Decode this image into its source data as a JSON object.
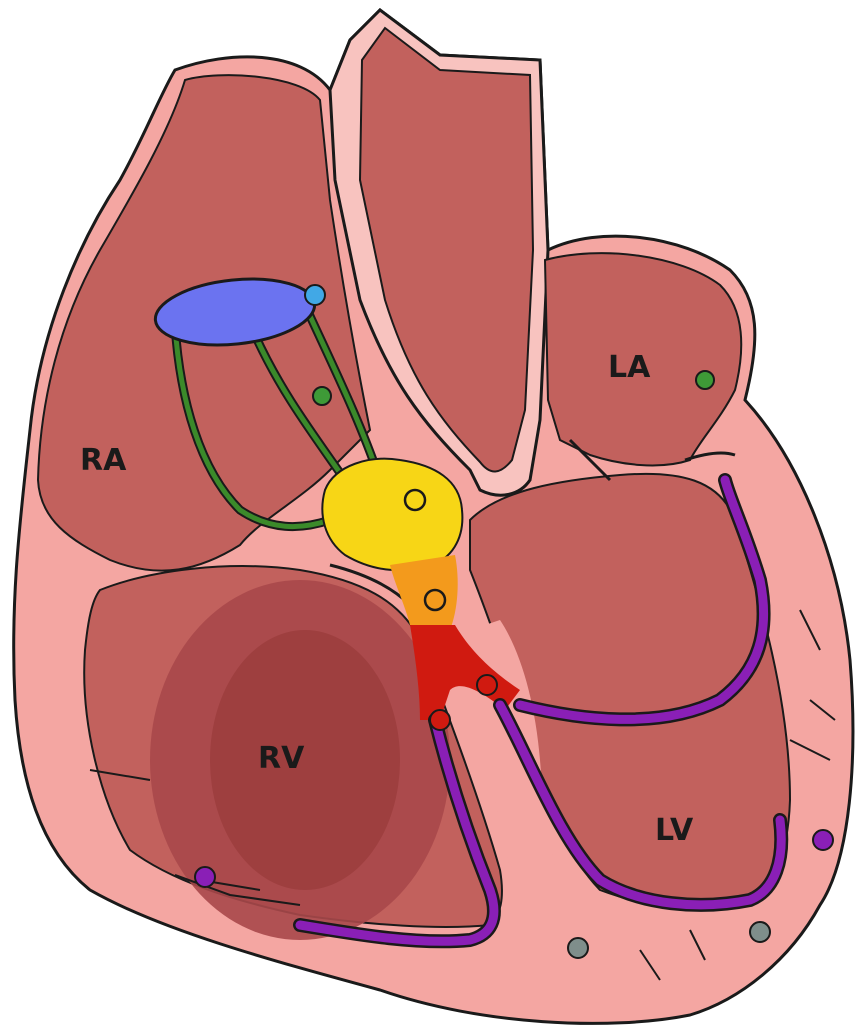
{
  "diagram": {
    "labels": {
      "ra": "RA",
      "la": "LA",
      "rv": "RV",
      "lv": "LV"
    },
    "colors": {
      "outline": "#1a1a1a",
      "wall": "#f4a6a2",
      "wall_light": "#f8c3bf",
      "chamber": "#c2615d",
      "rv_dark": "#9e3f3f",
      "sa_node": "#6b73f0",
      "internodal_tracts": "#3b8a2a",
      "av_node": "#f7d616",
      "his_upper": "#f39a1c",
      "his_lower": "#d01a10",
      "bundle_branches": "#8a1fb6",
      "green_dot": "#3e9a37",
      "purple_dot": "#8a1fb6",
      "gray_dot": "#7f8e8b",
      "blue_dot": "#41a8e6"
    }
  }
}
